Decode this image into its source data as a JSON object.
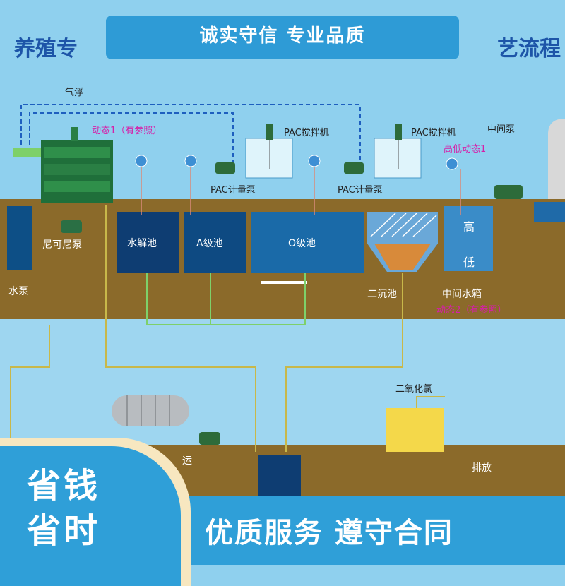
{
  "banner": {
    "top_text": "诚实守信 专业品质",
    "title_left": "养殖专",
    "title_right": "艺流程"
  },
  "labels": {
    "air_float": "气浮",
    "dynamic1": "动态1（有参照）",
    "pac_mixer_1": "PAC搅拌机",
    "pac_mixer_2": "PAC搅拌机",
    "middle_pump": "中间泵",
    "high_low_dynamic1": "高低动态1",
    "pac_metering_pump_1": "PAC计量泵",
    "pac_metering_pump_2": "PAC计量泵",
    "nico_pump": "尼可尼泵",
    "hydrolysis_tank": "水解池",
    "a_tank": "A级池",
    "o_tank": "O级池",
    "high": "高",
    "low": "低",
    "water_pump": "水泵",
    "secondary_clarifier": "二沉池",
    "middle_water_tank": "中间水箱",
    "dynamic2": "动态2（有参照）",
    "chlorine_dioxide": "二氧化氯",
    "transport": "运",
    "discharge": "排放"
  },
  "slogans": {
    "corner_line1": "省钱",
    "corner_line2": "省时",
    "bottom": "优质服务 遵守合同"
  },
  "colors": {
    "banner_blue": "#2e9bd6",
    "title_blue": "#1d55a8",
    "ground_brown": "#8b6a2a",
    "water_blue": "#0d4f86",
    "dynamic_magenta": "#d61fa8",
    "badge_cream": "#f7e7c0"
  }
}
